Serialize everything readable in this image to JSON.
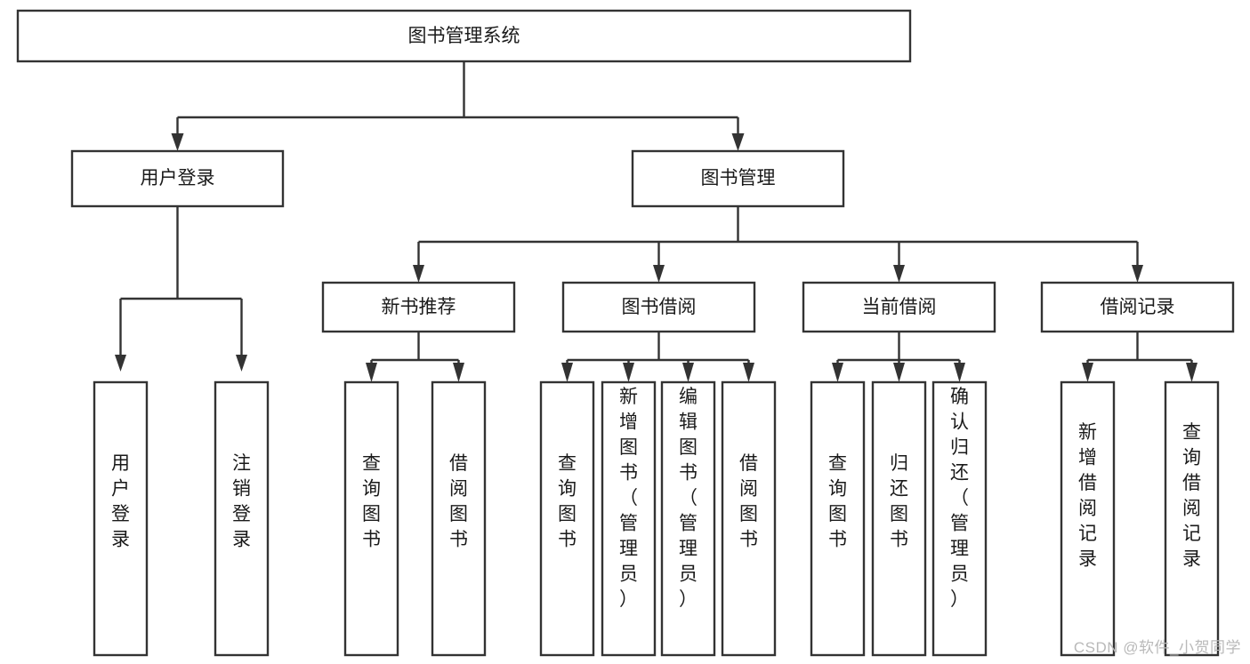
{
  "diagram": {
    "title": "图书管理系统",
    "type": "tree-hierarchy-chart",
    "root": {
      "id": "root",
      "label": "图书管理系统",
      "orientation": "horizontal"
    },
    "level2": [
      {
        "id": "user-login",
        "label": "用户登录",
        "orientation": "horizontal"
      },
      {
        "id": "book-management",
        "label": "图书管理",
        "orientation": "horizontal"
      }
    ],
    "level3": [
      {
        "id": "new-book-recommend",
        "label": "新书推荐",
        "orientation": "horizontal",
        "parent": "book-management"
      },
      {
        "id": "book-borrow",
        "label": "图书借阅",
        "orientation": "horizontal",
        "parent": "book-management"
      },
      {
        "id": "current-borrow",
        "label": "当前借阅",
        "orientation": "horizontal",
        "parent": "book-management"
      },
      {
        "id": "borrow-record",
        "label": "借阅记录",
        "orientation": "horizontal",
        "parent": "book-management"
      }
    ],
    "leaves": {
      "user-login": [
        {
          "id": "leaf-user-login",
          "label": "用户登录",
          "orientation": "vertical"
        },
        {
          "id": "leaf-logout",
          "label": "注销登录",
          "orientation": "vertical"
        }
      ],
      "new-book-recommend": [
        {
          "id": "leaf-query-book-1",
          "label": "查询图书",
          "orientation": "vertical"
        },
        {
          "id": "leaf-borrow-book-1",
          "label": "借阅图书",
          "orientation": "vertical"
        }
      ],
      "book-borrow": [
        {
          "id": "leaf-query-book-2",
          "label": "查询图书",
          "orientation": "vertical"
        },
        {
          "id": "leaf-add-book",
          "label": "新增图书（管理员）",
          "orientation": "vertical"
        },
        {
          "id": "leaf-edit-book",
          "label": "编辑图书（管理员）",
          "orientation": "vertical"
        },
        {
          "id": "leaf-borrow-book-2",
          "label": "借阅图书",
          "orientation": "vertical"
        }
      ],
      "current-borrow": [
        {
          "id": "leaf-query-book-3",
          "label": "查询图书",
          "orientation": "vertical"
        },
        {
          "id": "leaf-return-book",
          "label": "归还图书",
          "orientation": "vertical"
        },
        {
          "id": "leaf-confirm-return",
          "label": "确认归还（管理员）",
          "orientation": "vertical"
        }
      ],
      "borrow-record": [
        {
          "id": "leaf-add-record",
          "label": "新增借阅记录",
          "orientation": "vertical"
        },
        {
          "id": "leaf-query-record",
          "label": "查询借阅记录",
          "orientation": "vertical"
        }
      ]
    },
    "colors": {
      "box_fill": "#ffffff",
      "box_stroke": "#333333",
      "text": "#1a1a1a",
      "connector": "#333333",
      "watermark": "#b9b9b9",
      "background": "#ffffff"
    }
  },
  "watermark": {
    "text": "CSDN @软件_小贺同学"
  }
}
